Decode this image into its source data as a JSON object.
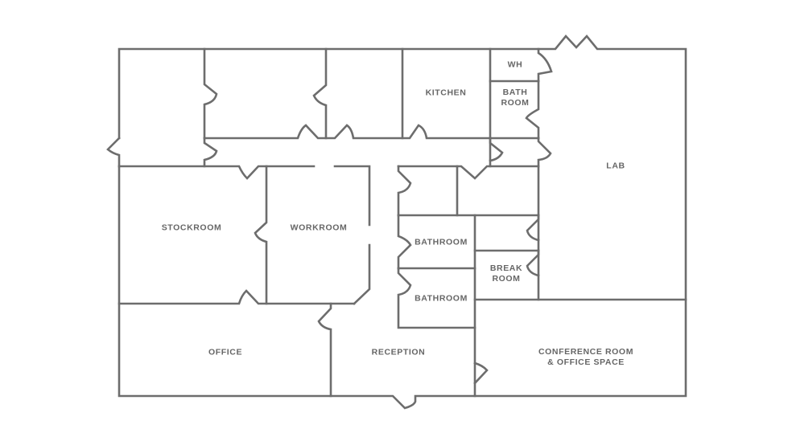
{
  "diagram": {
    "type": "floor-plan",
    "wall_color": "#6d6d6d",
    "label_color": "#666666",
    "background": "#ffffff"
  },
  "rooms": {
    "wh": {
      "label": "WH"
    },
    "bathroom_top": {
      "line1": "BATH",
      "line2": "ROOM"
    },
    "kitchen": {
      "label": "KITCHEN"
    },
    "lab": {
      "label": "LAB"
    },
    "stockroom": {
      "label": "STOCKROOM"
    },
    "workroom": {
      "label": "WORKROOM"
    },
    "bathroom_1": {
      "label": "BATHROOM"
    },
    "bathroom_2": {
      "label": "BATHROOM"
    },
    "break_room": {
      "line1": "BREAK",
      "line2": "ROOM"
    },
    "office": {
      "label": "OFFICE"
    },
    "reception": {
      "label": "RECEPTION"
    },
    "conference": {
      "line1": "CONFERENCE ROOM",
      "line2": "& OFFICE SPACE"
    }
  }
}
